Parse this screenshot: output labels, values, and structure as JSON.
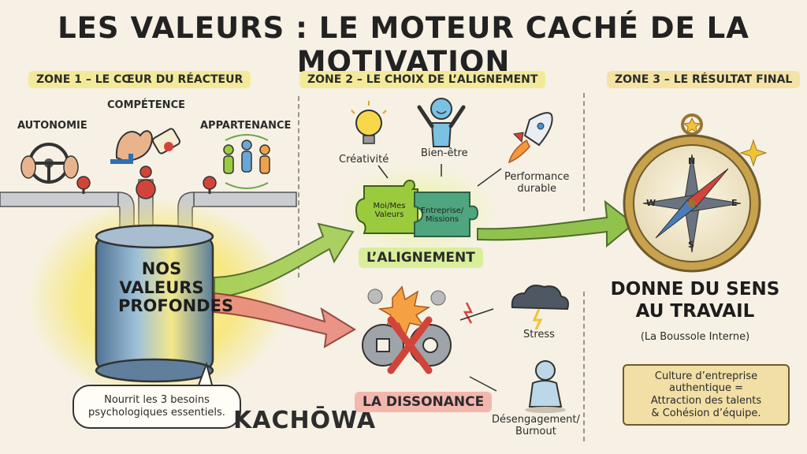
{
  "title": "LES VALEURS : LE MOTEUR CACHÉ DE LA MOTIVATION",
  "zones": {
    "zone1": "ZONE 1 – LE CŒUR DU RÉACTEUR",
    "zone2": "ZONE 2 – LE CHOIX DE L’ALIGNEMENT",
    "zone3": "ZONE 3 – LE RÉSULTAT FINAL"
  },
  "needs": {
    "autonomie": "AUTONOMIE",
    "competence": "COMPÉTENCE",
    "appartenance": "APPARTENANCE"
  },
  "tank": {
    "line1": "NOS",
    "line2": "VALEURS",
    "line3": "PROFONDES",
    "bubble_line1": "Nourrit les 3 besoins",
    "bubble_line2": "psychologiques essentiels."
  },
  "brand": "KACHŌWA",
  "alignment": {
    "label": "L’ALIGNEMENT",
    "piece1_line1": "Moi/Mes",
    "piece1_line2": "Valeurs",
    "piece2_line1": "Entreprise/",
    "piece2_line2": "Missions",
    "creativite": "Créativité",
    "bien_etre": "Bien-être",
    "performance_line1": "Performance",
    "performance_line2": "durable"
  },
  "dissonance": {
    "label": "LA DISSONANCE",
    "stress": "Stress",
    "desengagement_line1": "Désengagement/",
    "desengagement_line2": "Burnout"
  },
  "result": {
    "line1": "DONNE DU SENS",
    "line2": "AU TRAVAIL",
    "boussole": "(La Boussole Interne)",
    "scroll_line1": "Culture d’entreprise",
    "scroll_line2": "authentique =",
    "scroll_line3": "Attraction des talents",
    "scroll_line4": "& Cohésion d’équipe."
  },
  "compass": {
    "n": "N",
    "e": "E",
    "s": "S",
    "w": "W"
  },
  "colors": {
    "background": "#f6f1e4",
    "zone_highlight": "#f2ea9a",
    "alignment_green": "#9acb3c",
    "dissonance_red": "#e0564a",
    "tank_glow": "#f7e45a",
    "tank_body": "#6b8fb0"
  }
}
